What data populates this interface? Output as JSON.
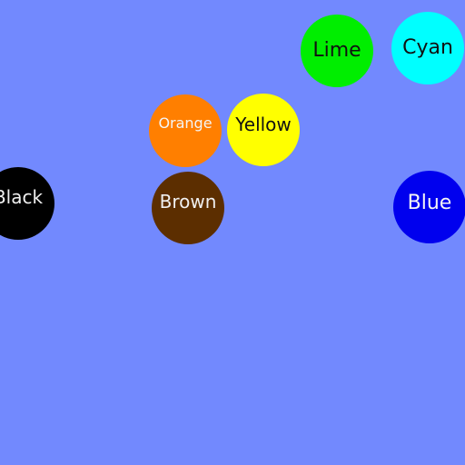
{
  "background_color": "#7289fe",
  "balls": [
    {
      "label": "Lime",
      "color": "#00ee00",
      "text_color": "#111111"
    },
    {
      "label": "Cyan",
      "color": "#00ffff",
      "text_color": "#111111"
    },
    {
      "label": "Orange",
      "color": "#ff7f00",
      "text_color": "#f5f5f5"
    },
    {
      "label": "Yellow",
      "color": "#ffff00",
      "text_color": "#111111"
    },
    {
      "label": "Black",
      "color": "#000000",
      "text_color": "#f0f0f0"
    },
    {
      "label": "Brown",
      "color": "#5c2e00",
      "text_color": "#f0f0f0"
    },
    {
      "label": "Blue",
      "color": "#0000ee",
      "text_color": "#f5f5f5"
    }
  ]
}
